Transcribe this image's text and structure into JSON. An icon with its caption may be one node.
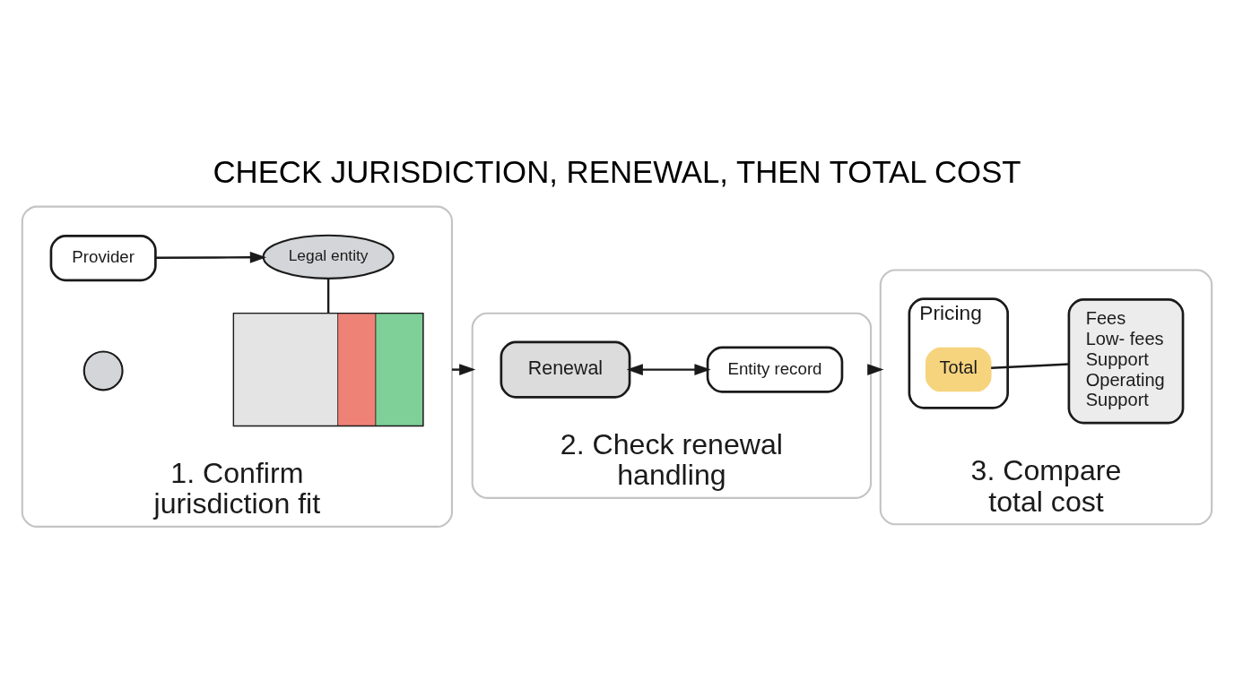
{
  "diagram": {
    "title": "CHECK JURISDICTION, RENEWAL, THEN TOTAL COST",
    "nodes": [
      {
        "text": [
          "1. Confirm jurisdiction fit"
        ]
      },
      {
        "text": [
          "Provider"
        ],
        "in": 0
      },
      {
        "text": [
          "Legal entity"
        ],
        "in": 0
      },
      {
        "text": [],
        "shape": "picture",
        "in": 0
      },
      {
        "text": [],
        "shape": "circle",
        "in": 0
      },
      {
        "text": [
          "2. Check renewal handling"
        ]
      },
      {
        "text": [
          "Renewal"
        ],
        "in": 5
      },
      {
        "text": [
          "Entity record"
        ],
        "in": 5
      },
      {
        "text": [
          "3. Compare total cost"
        ]
      },
      {
        "text": [
          "Pricing"
        ],
        "in": 8
      },
      {
        "text": [
          "Total"
        ],
        "in": 9
      },
      {
        "text": [
          "Fees",
          "Low- fees",
          "Support",
          "Operating Support"
        ],
        "in": 8
      }
    ],
    "edges": [
      {
        "from": 1,
        "to": 2,
        "arrow": "to"
      },
      {
        "from": 2,
        "to": 3,
        "arrow": "none"
      },
      {
        "from": 0,
        "to": 5,
        "arrow": "to"
      },
      {
        "from": 6,
        "to": 7,
        "arrow": "both"
      },
      {
        "from": 5,
        "to": 8,
        "arrow": "to"
      },
      {
        "from": 10,
        "to": 11,
        "arrow": "none"
      }
    ]
  }
}
